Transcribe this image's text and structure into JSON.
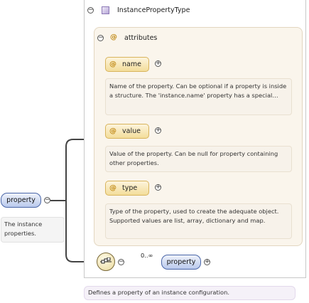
{
  "root_element": {
    "name": "property",
    "description": "The instance properties."
  },
  "complex_type": {
    "name": "InstancePropertyType",
    "description": "Defines a property of an instance configuration."
  },
  "attributes_group": {
    "label": "attributes",
    "items": [
      {
        "name": "name",
        "description": "Name of the property. Can be optional if a property is inside a structure. The 'instance.name' property has a special…"
      },
      {
        "name": "value",
        "description": "Value of the property. Can be null for property containing other properties."
      },
      {
        "name": "type",
        "description": "Type of the property, used to create the adequate object. Supported values are list, array, dictionary and map."
      }
    ]
  },
  "sequence": {
    "cardinality": "0..∞",
    "child_element": "property"
  },
  "glyphs": {
    "collapse": "−",
    "expand": "+",
    "attribute": "@"
  },
  "colors": {
    "element_fill": "#b9c9ec",
    "element_border": "#4a66a8",
    "attribute_fill": "#f3dd9a",
    "attribute_border": "#d8b45c",
    "connector": "#444444"
  }
}
